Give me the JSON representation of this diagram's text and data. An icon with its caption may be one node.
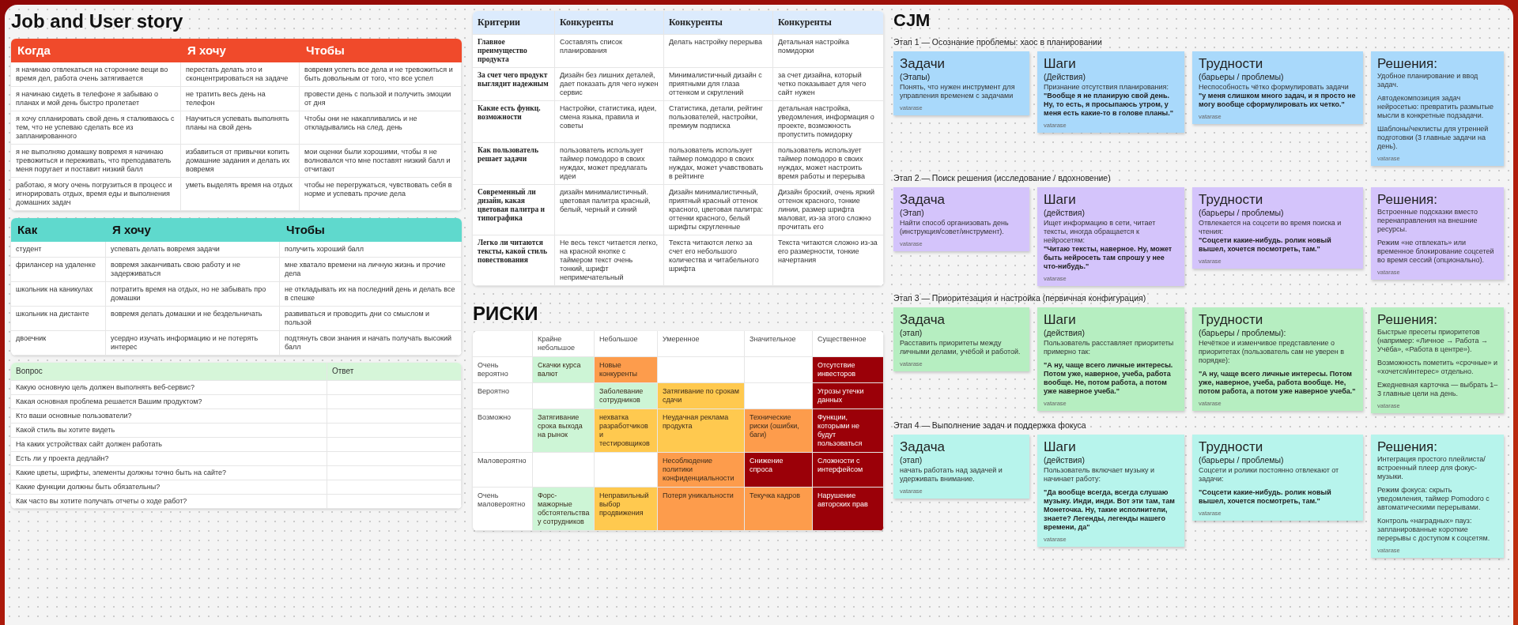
{
  "diagram": {
    "nodes": [
      {
        "text": [
          "Задачи",
          "(Этапы)",
          "Понять, что нужен инструмент для управления временем с задачами",
          "vatarase"
        ]
      },
      {
        "text": [
          "Шаги",
          "(Действия)",
          "Признание отсутствия планирования:",
          "\"Вообще я не планирую свой день. Ну, то есть, я просыпаюсь утром, у меня есть какие-то в голове планы.\"",
          "vatarase"
        ]
      },
      {
        "text": [
          "Трудности",
          "(барьеры / проблемы)",
          "Неспособность чётко формулировать задачи",
          "\"у меня слишком много задач, и я просто не могу вообще сформулировать их четко.\"",
          "vatarase"
        ]
      },
      {
        "text": [
          "Решения:",
          "Удобное планирование и ввод задач.",
          "Автодекомпозиция задач нейросетью: превратить размытые мысли в конкретные подзадачи.",
          "Шаблоны/чеклисты для утренней подготовки (3 главные задачи на день).",
          "vatarase"
        ]
      },
      {
        "text": [
          "Задача",
          "(Этап)",
          "Найти способ организовать день (инструкция/совет/инструмент).",
          "vatarase"
        ]
      },
      {
        "text": [
          "Шаги",
          "(действия)",
          "Ищет информацию в сети, читает тексты, иногда обращается к нейросетям:",
          "\"Читаю тексты, наверное. Ну, может быть нейросеть там спрошу у нее что-нибудь.\"",
          "vatarase"
        ]
      },
      {
        "text": [
          "Трудности",
          "(барьеры / проблемы)",
          "Отвлекается на соцсети во время поиска и чтения:",
          "\"Соцсети какие-нибудь. ролик новый вышел, хочется посмотреть, там.\"",
          "vatarase"
        ]
      },
      {
        "text": [
          "Решения:",
          "Встроенные подсказки вместо перенаправления на внешние ресурсы.",
          "Режим «не отвлекать» или временное блокирование соцсетей во время сессий (опционально).",
          "vatarase"
        ]
      },
      {
        "text": [
          "Задача",
          "(этап)",
          "Расставить приоритеты между личными делами, учёбой и работой.",
          "vatarase"
        ]
      },
      {
        "text": [
          "Шаги",
          "(действия)",
          "Пользователь расставляет приоритеты примерно так:",
          "\"А ну, чаще всего личные интересы. Потом уже, наверное, учеба, работа вообще. Не, потом работа, а потом уже наверное учеба.\"",
          "vatarase"
        ]
      },
      {
        "text": [
          "Трудности",
          "(барьеры / проблемы):",
          "Нечёткое и изменчивое представление о приоритетах (пользователь сам не уверен в порядке):",
          "\"А ну, чаще всего личные интересы. Потом уже, наверное, учеба, работа вообще. Не, потом работа, а потом уже наверное учеба.\"",
          "vatarase"
        ]
      },
      {
        "text": [
          "Решения:",
          "Быстрые пресеты приоритетов (например: «Личное → Работа → Учёба», «Работа в центре»).",
          "Возможность пометить «срочные» и «хочется/интерес» отдельно.",
          "Ежедневная карточка — выбрать 1–3 главные цели на день.",
          "vatarase"
        ]
      },
      {
        "text": [
          "Задача",
          "(этап)",
          "начать работать над задачей и удерживать внимание.",
          "vatarase"
        ]
      },
      {
        "text": [
          "Шаги",
          "(действия)",
          "Пользователь включает музыку и начинает работу:",
          "\"Да вообще всегда, всегда слушаю музыку. Инди, инди. Вот эти там, там Монеточка. Ну, такие исполнители, знаете? Легенды, легенды нашего времени, да\"",
          "vatarase"
        ]
      },
      {
        "text": [
          "Трудности",
          "(барьеры / проблемы)",
          "Соцсети и ролики постоянно отвлекают от задачи:",
          "\"Соцсети какие-нибудь. ролик новый вышел, хочется посмотреть, там.\"",
          "vatarase"
        ]
      },
      {
        "text": [
          "Решения:",
          "Интеграция простого плейлиста/встроенный плеер для фокус-музыки.",
          "Режим фокуса: скрыть уведомления, таймер Pomodoro с автоматическими перерывами.",
          "Контроль «наградных» пауз: запланированные короткие перерывы с доступом к соцсетям.",
          "vatarase"
        ]
      }
    ],
    "labels": [
      "Job and User story",
      "Когда",
      "Я хочу",
      "Чтобы",
      "я начинаю отвлекаться на сторонние вещи во время дел, работа очень затягивается",
      "перестать делать это и сконцентрироваться на задаче",
      "вовремя успеть все дела и не тревожиться и быть довольным от того, что все успел",
      "я начинаю сидеть в телефоне я забываю о планах и мой день быстро пролетает",
      "не тратить весь день на телефон",
      "провести день с пользой и получить эмоции от дня",
      "я хочу спланировать свой день я сталкиваюсь с тем, что не успеваю сделать все из запланированного",
      "Научиться успевать выполнять планы на свой день",
      "Чтобы они не накапливались и не откладывались на след. день",
      "я не выполняю домашку вовремя я начинаю тревожиться и переживать, что преподаватель меня поругает и поставит низкий балл",
      "избавиться от привычки копить домашние задания и делать их вовремя",
      "мои оценки были хорошими, чтобы я не волновался что мне поставят низкий балл и отчитают",
      "работаю, я могу очень погрузиться в процесс и игнорировать отдых, время еды и выполнения домашних задач",
      "уметь выделять время на отдых",
      "чтобы не перегружаться, чувствовать себя в норме и успевать прочие дела",
      "Как",
      "Я хочу",
      "Чтобы",
      "студент",
      "успевать делать вовремя задачи",
      "получить хороший балл",
      "фрилансер на удаленке",
      "вовремя заканчивать свою работу и не задерживаться",
      "мне хватало времени на личную жизнь и прочие дела",
      "школьник на каникулах",
      "потратить время на отдых, но не забывать про домашки",
      "не откладывать их на последний день и делать все в спешке",
      "школьник на дистанте",
      "вовремя делать домашки и не бездельничать",
      "развиваться и проводить дни со смыслом и пользой",
      "двоечник",
      "усердно изучать информацию и не потерять интерес",
      "подтянуть свои знания и начать получать высокий балл",
      "Вопрос",
      "Ответ",
      "Какую основную цель должен выполнять веб-сервис?",
      "Какая основная проблема решается Вашим продуктом?",
      "Кто ваши основные пользователи?",
      "Какой стиль вы хотите видеть",
      "На каких устройствах сайт должен работать",
      "Есть ли у проекта дедлайн?",
      "Какие цветы, шрифты, элементы должны точно быть на сайте?",
      "Какие функции должны быть обязательны?",
      "Как часто вы хотите получать отчеты о ходе работ?",
      "Критерии",
      "Конкуренты",
      "Конкуренты",
      "Конкуренты",
      "Главное преимущество продукта",
      "Составлять список планирования",
      "Делать настройку перерыва",
      "Детальная настройка помидорки",
      "За счет чего продукт выглядит надежным",
      "Дизайн без лишних деталей, дает показать для чего нужен сервис",
      "Минималистичный дизайн с приятными для глаза оттенком и скруглений",
      "за счет дизайна, который четко показывает для чего сайт нужен",
      "Какие есть функц. возможности",
      "Настройки, статистика, идеи, смена языка, правила и советы",
      "Статистика, детали, рейтинг пользователей, настройки, премиум подписка",
      "детальная настройка, уведомления, информация о проекте, возможность пропустить помидорку",
      "Как пользователь решает задачи",
      "пользователь использует таймер помодоро в своих нуждах, может предлагать идеи",
      "пользователь использует таймер помодоро в своих нуждах, может учавствовать в рейтинге",
      "пользователь использует таймер помодоро в своих нуждах, может настроить время работы и перерыва",
      "Современный ли дизайн, какая цветовая палитра и типографика",
      "дизайн минималистичный. цветовая палитра красный, белый, черный и синий",
      "Дизайн минималистичный, приятный красный оттенок красного, цветовая палитра: оттенки красного, белый шрифты скругленные",
      "Дизайн броский, очень яркий оттенок красного, тонкие линии, размер шрифта маловат, из-за этого сложно прочитать его",
      "Легко ли читаются тексты, какой стиль повествования",
      "Не весь текст читается легко, на красной кнопке с таймером текст очень тонкий, шрифт непримечательный",
      "Текста читаются легко за счет его небольшого количества и читабельного шрифта",
      "Текста читаются сложно из-за его размерности, тонкие начертания",
      "CJM",
      "Этап 1 — Осознание проблемы: хаос в планировании",
      "Этап 2 — Поиск решения (исследование / вдохновение)",
      "Этап 3 — Приоритезация и настройка (первичная конфигурация)",
      "Этап 4 — Выполнение задач и поддержка фокуса",
      "РИСКИ",
      "Крайне небольшое",
      "Небольшое",
      "Умеренное",
      "Значительное",
      "Существенное",
      "Очень вероятно",
      "Скачки курса валют",
      "Новые конкуренты",
      "Отсутствие инвесторов",
      "Вероятно",
      "Заболевание сотрудников",
      "Затягивание по срокам сдачи",
      "Угрозы утечки данных",
      "Возможно",
      "Затягивание срока выхода на рынок",
      "нехватка разработчиков и тестировщиков",
      "Неудачная реклама продукта",
      "Технические риски (ошибки, баги)",
      "Функции, которыми не будут пользоваться",
      "Маловероятно",
      "Несоблюдение политики конфиденциальности",
      "Снижение спроса",
      "Сложности с интерфейсом",
      "Очень маловероятно",
      "Форс-мажорные обстоятельства у сотрудников",
      "Неправильный выбор продвижения",
      "Потеря уникальности",
      "Текучка кадров",
      "Нарушение авторских прав"
    ]
  }
}
